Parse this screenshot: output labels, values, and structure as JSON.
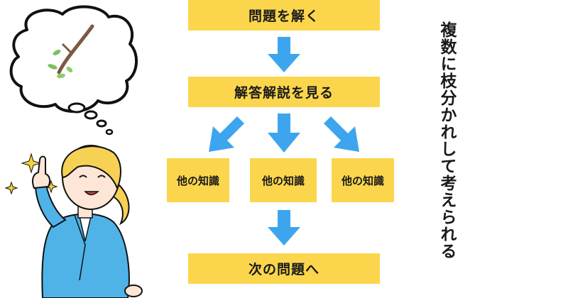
{
  "flow": {
    "step1": "問題を解く",
    "step2": "解答解説を見る",
    "branches": [
      "他の知識",
      "他の知識",
      "他の知識"
    ],
    "step3": "次の問題へ"
  },
  "caption": "複数に枝分かれして考えられる",
  "colors": {
    "box": "#fbd64c",
    "arrow": "#3da5ee",
    "suit": "#4fb3e8",
    "hair": "#f7d154"
  },
  "icons": [
    "thought-bubble-icon",
    "branch-icon",
    "sparkle-icon",
    "woman-icon"
  ]
}
